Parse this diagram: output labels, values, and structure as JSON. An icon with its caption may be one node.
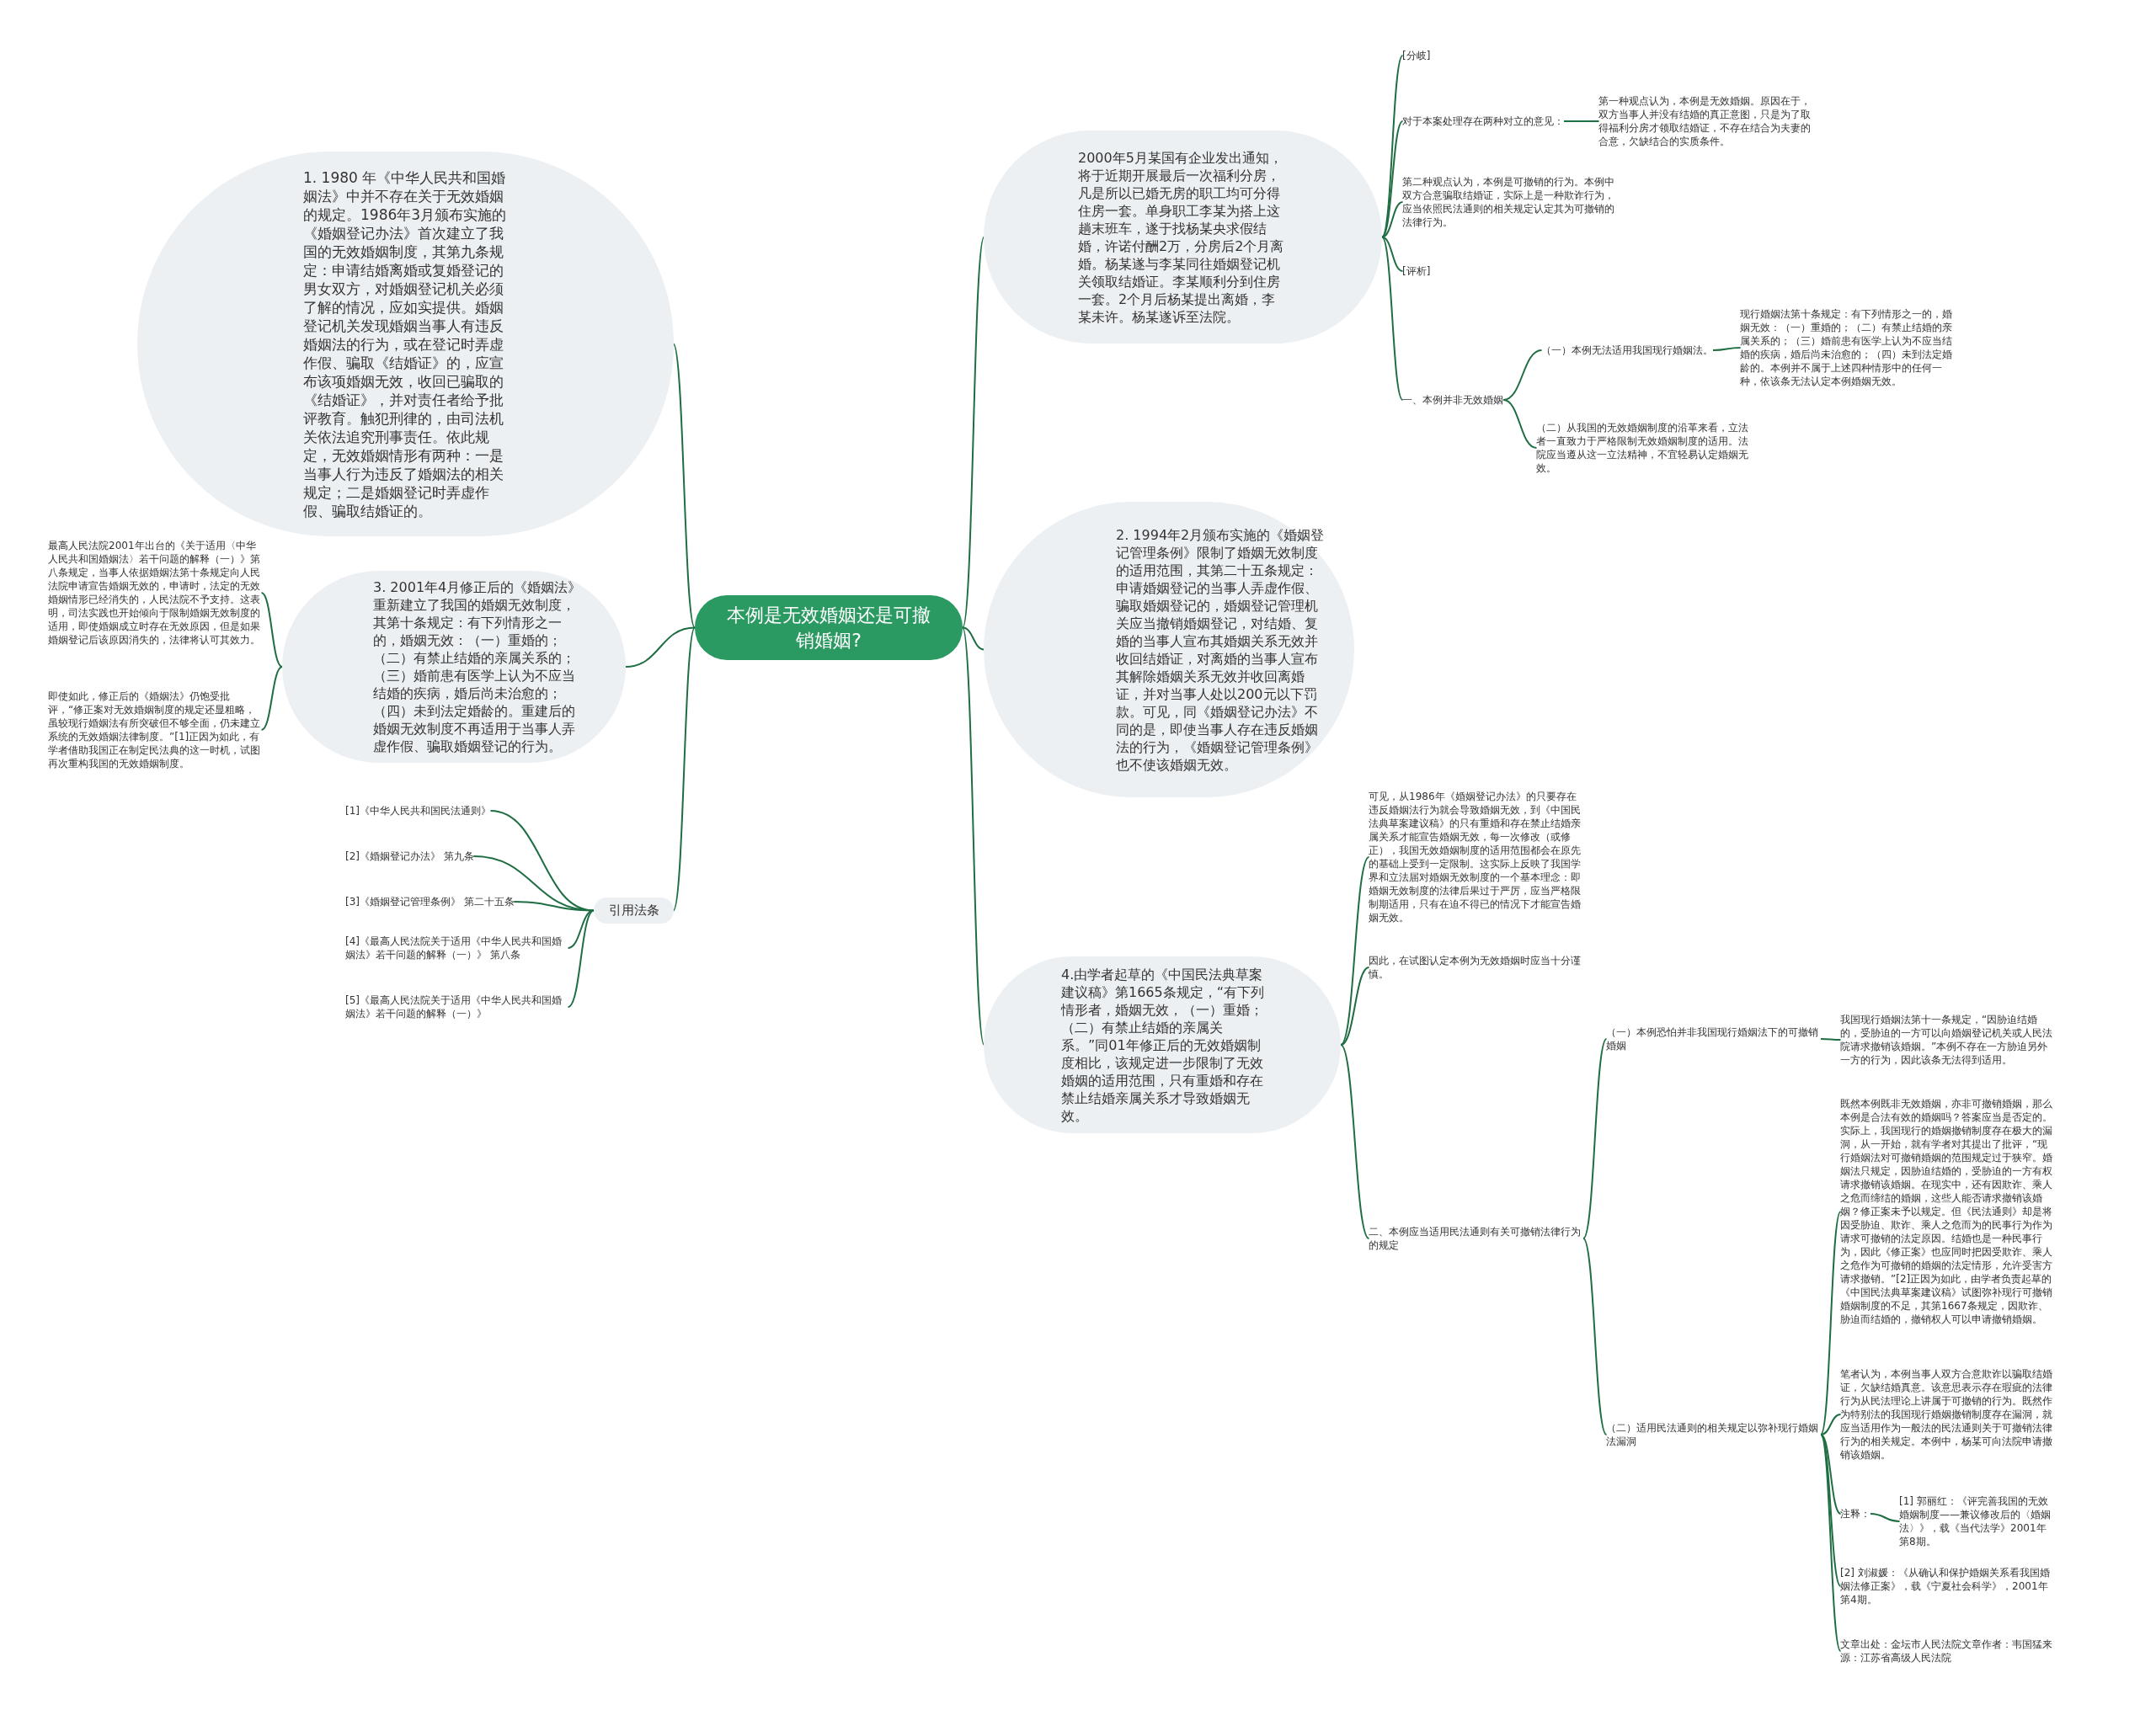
{
  "diagram": {
    "nodes": [
      {
        "text": [
          "本例是无效婚姻还是可撤销婚姻?"
        ]
      },
      {
        "text": [
          "2000年5月某国有企业发出通知，将于近期开展最后一次福利分房，凡是所以已婚无房的职工均可分得住房一套。单身职工李某为搭上这趟末班车，遂于找杨某央求假结婚，许诺付酬2万，分房后2个月离婚。杨某遂与李某同往婚姻登记机关领取结婚证。李某顺利分到住房一套。2个月后杨某提出离婚，李某未许。杨某遂诉至法院。"
        ]
      },
      {
        "text": [
          "[分岐]"
        ]
      },
      {
        "text": [
          "对于本案处理存在两种对立的意见："
        ]
      },
      {
        "text": [
          "第一种观点认为，本例是无效婚姻。原因在于，双方当事人并没有结婚的真正意图，只是为了取得福利分房才领取结婚证，不存在结合为夫妻的合意，欠缺结合的实质条件。"
        ]
      },
      {
        "text": [
          "第二种观点认为，本例是可撤销的行为。本例中双方合意骗取结婚证，实际上是一种欺诈行为，应当依照民法通则的相关规定认定其为可撤销的法律行为。"
        ]
      },
      {
        "text": [
          "[评析]"
        ]
      },
      {
        "text": [
          "一、本例并非无效婚姻"
        ]
      },
      {
        "text": [
          "（一）本例无法适用我国现行婚姻法。"
        ]
      },
      {
        "text": [
          "现行婚姻法第十条规定：有下列情形之一的，婚姻无效：（一）重婚的；（二）有禁止结婚的亲属关系的；（三）婚前患有医学上认为不应当结婚的疾病，婚后尚未治愈的；（四）未到法定婚龄的。本例并不属于上述四种情形中的任何一种，依该条无法认定本例婚姻无效。"
        ]
      },
      {
        "text": [
          "（二）从我国的无效婚姻制度的沿革来看，立法者一直致力于严格限制无效婚姻制度的适用。法院应当遵从这一立法精神，不宜轻易认定婚姻无效。"
        ]
      },
      {
        "text": [
          "2. 1994年2月颁布实施的《婚姻登记管理条例》限制了婚姻无效制度的适用范围，其第二十五条规定：申请婚姻登记的当事人弄虚作假、骗取婚姻登记的，婚姻登记管理机关应当撤销婚姻登记，对结婚、复婚的当事人宣布其婚姻关系无效并收回结婚证，对离婚的当事人宣布其解除婚姻关系无效并收回离婚证，并对当事人处以200元以下罚款。可见，同《婚姻登记办法》不同的是，即使当事人存在违反婚姻法的行为，《婚姻登记管理条例》也不使该婚姻无效。"
        ]
      },
      {
        "text": [
          "4.由学者起草的《中国民法典草案建议稿》第1665条规定，“有下列情形者，婚姻无效，（一）重婚；（二）有禁止结婚的亲属关系。”同01年修正后的无效婚姻制度相比，该规定进一步限制了无效婚姻的适用范围，只有重婚和存在禁止结婚亲属关系才导致婚姻无效。"
        ]
      },
      {
        "text": [
          "可见，从1986年《婚姻登记办法》的只要存在违反婚姻法行为就会导致婚姻无效，到《中国民法典草案建议稿》的只有重婚和存在禁止结婚亲属关系才能宣告婚姻无效，每一次修改（或修正），我国无效婚姻制度的适用范围都会在原先的基础上受到一定限制。这实际上反映了我国学界和立法届对婚姻无效制度的一个基本理念：即婚姻无效制度的法律后果过于严厉，应当严格限制期适用，只有在迫不得已的情况下才能宣告婚姻无效。"
        ]
      },
      {
        "text": [
          "因此，在试图认定本例为无效婚姻时应当十分谨慎。"
        ]
      },
      {
        "text": [
          "二、本例应当适用民法通则有关可撤销法律行为的规定"
        ]
      },
      {
        "text": [
          "（一）本例恐怕并非我国现行婚姻法下的可撤销婚姻"
        ]
      },
      {
        "text": [
          "我国现行婚姻法第十一条规定，“因胁迫结婚的，受胁迫的一方可以向婚姻登记机关或人民法院请求撤销该婚姻。”本例不存在一方胁迫另外一方的行为，因此该条无法得到适用。"
        ]
      },
      {
        "text": [
          "（二）适用民法通则的相关规定以弥补现行婚姻法漏洞"
        ]
      },
      {
        "text": [
          "既然本例既非无效婚姻，亦非可撤销婚姻，那么本例是合法有效的婚姻吗？答案应当是否定的。实际上，我国现行的婚姻撤销制度存在极大的漏洞，从一开始，就有学者对其提出了批评，“现行婚姻法对可撤销婚姻的范围规定过于狭窄。婚姻法只规定，因胁迫结婚的，受胁迫的一方有权请求撤销该婚姻。在现实中，还有因欺诈、乘人之危而缔结的婚姻，这些人能否请求撤销该婚姻？修正案未予以规定。但《民法通则》却是将因受胁迫、欺诈、乘人之危而为的民事行为作为请求可撤销的法定原因。结婚也是一种民事行为，因此《修正案》也应同时把因受欺诈、乘人之危作为可撤销的婚姻的法定情形，允许受害方请求撤销。”[2]正因为如此，由学者负责起草的《中国民法典草案建议稿》试图弥补现行可撤销婚姻制度的不足，其第1667条规定，因欺诈、胁迫而结婚的，撤销权人可以申请撤销婚姻。"
        ]
      },
      {
        "text": [
          "笔者认为，本例当事人双方合意欺诈以骗取结婚证，欠缺结婚真意。该意思表示存在瑕疵的法律行为从民法理论上讲属于可撤销的行为。既然作为特别法的我国现行婚姻撤销制度存在漏洞，就应当适用作为一般法的民法通则关于可撤销法律行为的相关规定。本例中，杨某可向法院申请撤销该婚姻。"
        ]
      },
      {
        "text": [
          "注释："
        ]
      },
      {
        "text": [
          "[1] 郭丽红：《评完善我国的无效婚姻制度——兼议修改后的〈婚姻法〉》，载《当代法学》2001年第8期。"
        ]
      },
      {
        "text": [
          "[2] 刘淑媛：《从确认和保护婚姻关系看我国婚姻法修正案》，载《宁夏社会科学》，2001年第4期。"
        ]
      },
      {
        "text": [
          "文章出处：金坛市人民法院文章作者：韦国猛来源：江苏省高级人民法院"
        ]
      },
      {
        "text": [
          "1. 1980 年《中华人民共和国婚姻法》中并不存在关于无效婚姻的规定。1986年3月颁布实施的《婚姻登记办法》首次建立了我国的无效婚姻制度，其第九条规定：申请结婚离婚或复婚登记的男女双方，对婚姻登记机关必须了解的情况，应如实提供。婚姻登记机关发现婚姻当事人有违反婚姻法的行为，或在登记时弄虚作假、骗取《结婚证》的，应宣布该项婚姻无效，收回已骗取的《结婚证》，并对责任者给予批评教育。触犯刑律的，由司法机关依法追究刑事责任。依此规定，无效婚姻情形有两种：一是当事人行为违反了婚姻法的相关规定；二是婚姻登记时弄虚作假、骗取结婚证的。"
        ]
      },
      {
        "text": [
          "3. 2001年4月修正后的《婚姻法》重新建立了我国的婚姻无效制度，其第十条规定：有下列情形之一的，婚姻无效：（一）重婚的；（二）有禁止结婚的亲属关系的；（三）婚前患有医学上认为不应当结婚的疾病，婚后尚未治愈的；（四）未到法定婚龄的。重建后的婚姻无效制度不再适用于当事人弄虚作假、骗取婚姻登记的行为。"
        ]
      },
      {
        "text": [
          "最高人民法院2001年出台的《关于适用〈中华人民共和国婚姻法〉若干问题的解释（一）》第八条规定，当事人依据婚姻法第十条规定向人民法院申请宣告婚姻无效的，申请时，法定的无效婚姻情形已经消失的，人民法院不予支持。这表明，司法实践也开始倾向于限制婚姻无效制度的适用，即使婚姻成立时存在无效原因，但是如果婚姻登记后该原因消失的，法律将认可其效力。"
        ]
      },
      {
        "text": [
          "即使如此，修正后的《婚姻法》仍饱受批评，“修正案对无效婚姻制度的规定还显粗略，虽较现行婚姻法有所突破但不够全面，仍未建立系统的无效婚姻法律制度。”[1]正因为如此，有学者借助我国正在制定民法典的这一时机，试图再次重构我国的无效婚姻制度。"
        ]
      },
      {
        "text": [
          "引用法条"
        ]
      },
      {
        "text": [
          "[1]《中华人民共和国民法通则》"
        ]
      },
      {
        "text": [
          "[2]《婚姻登记办法》 第九条"
        ]
      },
      {
        "text": [
          "[3]《婚姻登记管理条例》 第二十五条"
        ]
      },
      {
        "text": [
          "[4]《最高人民法院关于适用《中华人民共和国婚姻法》若干问题的解释（一）》 第八条"
        ]
      },
      {
        "text": [
          "[5]《最高人民法院关于适用《中华人民共和国婚姻法》若干问题的解释（一）》"
        ]
      }
    ],
    "edges": [
      {
        "from": 0,
        "to": 1,
        "arrow": "none"
      },
      {
        "from": 1,
        "to": 2,
        "arrow": "none"
      },
      {
        "from": 1,
        "to": 3,
        "arrow": "none"
      },
      {
        "from": 3,
        "to": 4,
        "arrow": "none"
      },
      {
        "from": 1,
        "to": 5,
        "arrow": "none"
      },
      {
        "from": 1,
        "to": 6,
        "arrow": "none"
      },
      {
        "from": 1,
        "to": 7,
        "arrow": "none"
      },
      {
        "from": 7,
        "to": 8,
        "arrow": "none"
      },
      {
        "from": 8,
        "to": 9,
        "arrow": "none"
      },
      {
        "from": 7,
        "to": 10,
        "arrow": "none"
      },
      {
        "from": 0,
        "to": 11,
        "arrow": "none"
      },
      {
        "from": 0,
        "to": 12,
        "arrow": "none"
      },
      {
        "from": 12,
        "to": 13,
        "arrow": "none"
      },
      {
        "from": 12,
        "to": 14,
        "arrow": "none"
      },
      {
        "from": 12,
        "to": 15,
        "arrow": "none"
      },
      {
        "from": 15,
        "to": 16,
        "arrow": "none"
      },
      {
        "from": 16,
        "to": 17,
        "arrow": "none"
      },
      {
        "from": 15,
        "to": 18,
        "arrow": "none"
      },
      {
        "from": 18,
        "to": 19,
        "arrow": "none"
      },
      {
        "from": 18,
        "to": 20,
        "arrow": "none"
      },
      {
        "from": 18,
        "to": 21,
        "arrow": "none"
      },
      {
        "from": 21,
        "to": 22,
        "arrow": "none"
      },
      {
        "from": 18,
        "to": 23,
        "arrow": "none"
      },
      {
        "from": 18,
        "to": 24,
        "arrow": "none"
      },
      {
        "from": 0,
        "to": 25,
        "arrow": "none"
      },
      {
        "from": 0,
        "to": 26,
        "arrow": "none"
      },
      {
        "from": 26,
        "to": 27,
        "arrow": "none"
      },
      {
        "from": 26,
        "to": 28,
        "arrow": "none"
      },
      {
        "from": 0,
        "to": 29,
        "arrow": "none"
      },
      {
        "from": 29,
        "to": 30,
        "arrow": "none"
      },
      {
        "from": 29,
        "to": 31,
        "arrow": "none"
      },
      {
        "from": 29,
        "to": 32,
        "arrow": "none"
      },
      {
        "from": 29,
        "to": 33,
        "arrow": "none"
      },
      {
        "from": 29,
        "to": 34,
        "arrow": "none"
      }
    ]
  }
}
